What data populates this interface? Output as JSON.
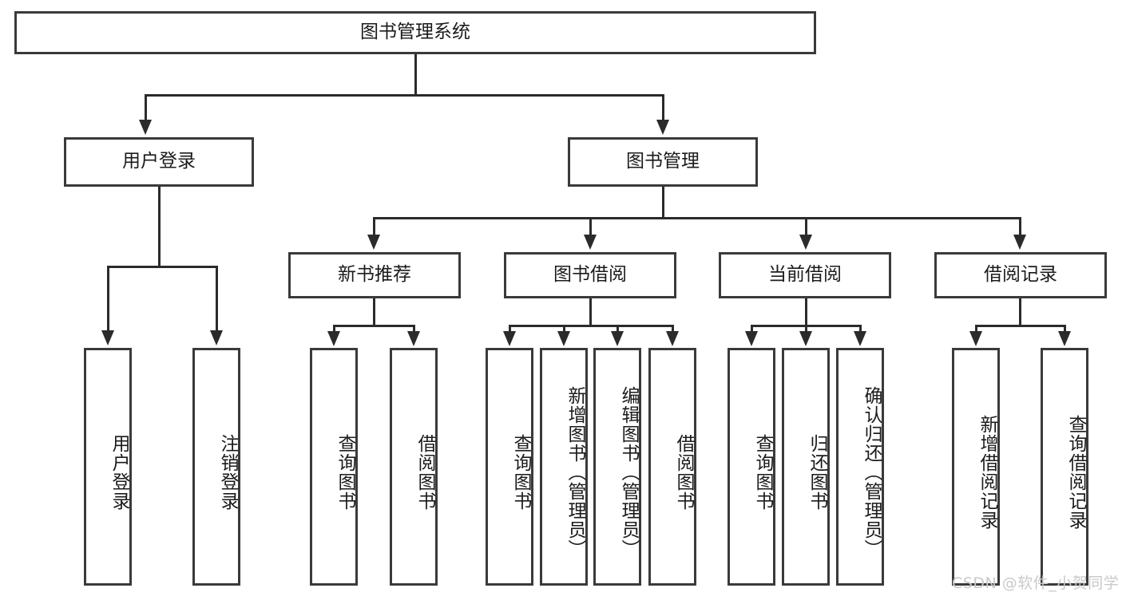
{
  "diagram": {
    "title": "图书管理系统",
    "type": "hierarchy-tree",
    "root": {
      "label": "图书管理系统"
    },
    "level2": [
      {
        "label": "用户登录"
      },
      {
        "label": "图书管理"
      }
    ],
    "level3": [
      {
        "label": "新书推荐"
      },
      {
        "label": "图书借阅"
      },
      {
        "label": "当前借阅"
      },
      {
        "label": "借阅记录"
      }
    ],
    "leaves": {
      "user_login": [
        {
          "label": "用户登录"
        },
        {
          "label": "注销登录"
        }
      ],
      "new_book_recommend": [
        {
          "label": "查询图书"
        },
        {
          "label": "借阅图书"
        }
      ],
      "book_borrow": [
        {
          "label": "查询图书"
        },
        {
          "label": "新增图书（管理员）"
        },
        {
          "label": "编辑图书（管理员）"
        },
        {
          "label": "借阅图书"
        }
      ],
      "current_borrow": [
        {
          "label": "查询图书"
        },
        {
          "label": "归还图书"
        },
        {
          "label": "确认归还（管理员）"
        }
      ],
      "borrow_record": [
        {
          "label": "新增借阅记录"
        },
        {
          "label": "查询借阅记录"
        }
      ]
    }
  },
  "watermark": {
    "text": "CSDN @软件_小贺同学"
  },
  "colors": {
    "box_border": "#3a3a3a",
    "edge": "#2b2b2b",
    "text": "#1b1b1b",
    "background": "#ffffff",
    "watermark": "#c9c9c9"
  }
}
